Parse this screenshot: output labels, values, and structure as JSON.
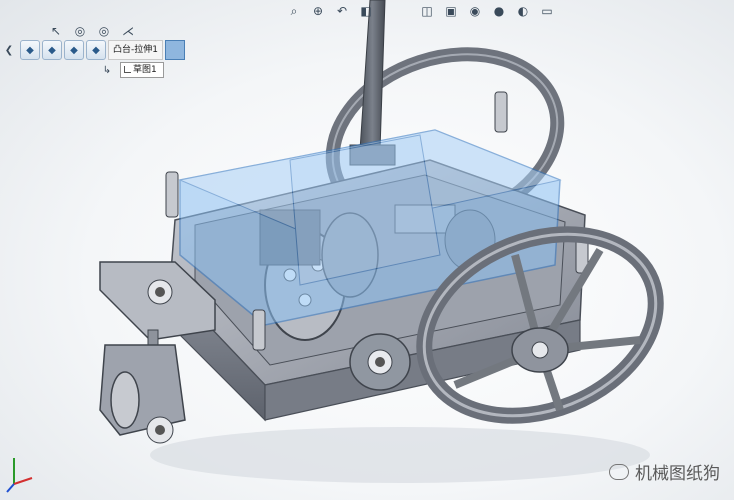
{
  "toolbar": {
    "icons": [
      "zoom-fit-icon",
      "zoom-area-icon",
      "previous-view-icon",
      "section-view-icon",
      "view-orientation-icon",
      "display-style-icon",
      "hide-show-icon",
      "edit-appearance-icon",
      "apply-scene-icon",
      "view-settings-icon"
    ]
  },
  "selection_filters": {
    "icons": [
      "cursor-icon",
      "filter-edges-icon",
      "filter-faces-icon",
      "filter-vertices-icon"
    ]
  },
  "breadcrumb": {
    "feature_label": "凸台-拉伸1",
    "sketch_label": "草图1",
    "icons": [
      "part-icon",
      "body-icon",
      "feature-icon",
      "selected-face-icon"
    ]
  },
  "watermark": {
    "text": "机械图纸狗"
  },
  "colors": {
    "housing": "#a7acb6",
    "housing_dark": "#6f7480",
    "selected_feature": "#7fb2ea",
    "wheel": "#8f949e",
    "shaft": "#5a6069"
  }
}
